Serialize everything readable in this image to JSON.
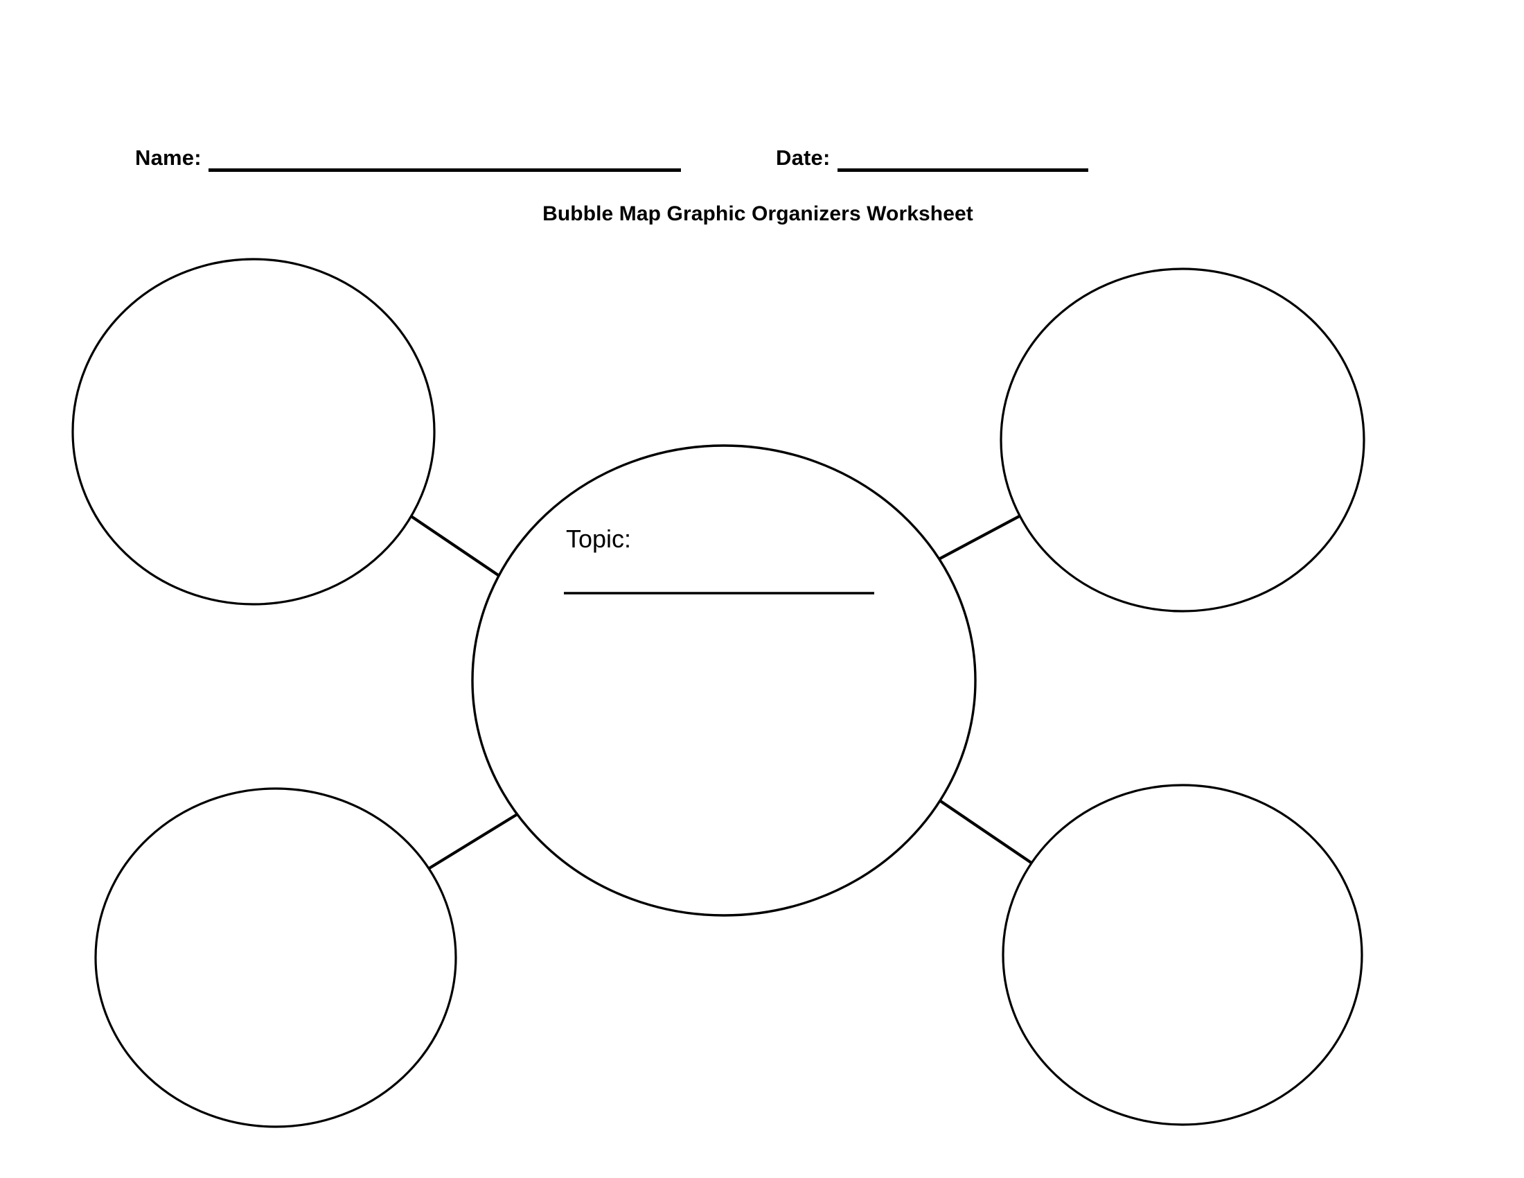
{
  "page": {
    "background_color": "#ffffff",
    "ink_color": "#000000"
  },
  "header": {
    "name_label": "Name:",
    "name_value": "",
    "date_label": "Date:",
    "date_value": ""
  },
  "title": "Bubble Map Graphic Organizers Worksheet",
  "center_bubble": {
    "topic_label": "Topic:",
    "topic_value": ""
  },
  "bubbles": [
    {
      "id": "top-left",
      "label": "",
      "position": "top-left"
    },
    {
      "id": "top-right",
      "label": "",
      "position": "top-right"
    },
    {
      "id": "bottom-left",
      "label": "",
      "position": "bottom-left"
    },
    {
      "id": "bottom-right",
      "label": "",
      "position": "bottom-right"
    }
  ]
}
